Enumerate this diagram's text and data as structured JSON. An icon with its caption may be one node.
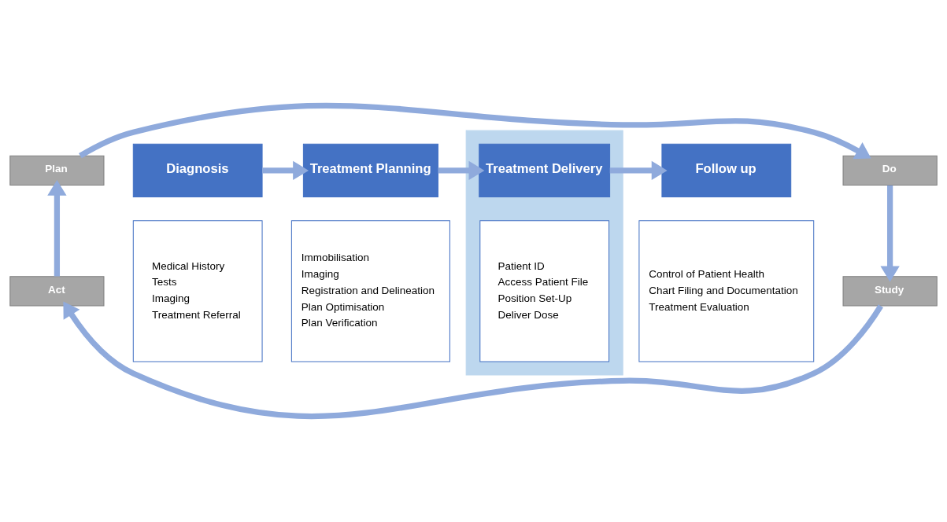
{
  "diagram": {
    "nodes": [
      {
        "text": [
          "Plan"
        ]
      },
      {
        "text": [
          "Do"
        ]
      },
      {
        "text": [
          "Diagnosis"
        ]
      },
      {
        "text": [
          "Treatment Planning"
        ]
      },
      {
        "text": [],
        "shape": "box"
      },
      {
        "text": [
          "Treatment Delivery"
        ],
        "in": 4
      },
      {
        "text": [
          "Follow up"
        ]
      },
      {
        "text": [
          "Medical History",
          "Tests",
          "Imaging",
          "Treatment Referral"
        ]
      },
      {
        "text": [
          "Immobilisation",
          "Imaging",
          "Registration and Delineation",
          "Plan Optimisation",
          "Plan Verification"
        ]
      },
      {
        "text": [
          "Patient ID",
          "Access Patient File",
          "Position Set-Up",
          "Deliver Dose"
        ],
        "in": 4
      },
      {
        "text": [
          "Control of Patient Health",
          "Chart Filing and Documentation",
          "Treatment Evaluation"
        ]
      },
      {
        "text": [
          "Act"
        ]
      },
      {
        "text": [
          "Study"
        ]
      }
    ],
    "edges": [
      {
        "from": 2,
        "to": 3,
        "arrow": "to"
      },
      {
        "from": 3,
        "to": 5,
        "arrow": "to"
      },
      {
        "from": 5,
        "to": 6,
        "arrow": "to"
      },
      {
        "from": 0,
        "to": 1,
        "arrow": "to"
      },
      {
        "from": 1,
        "to": 12,
        "arrow": "to"
      },
      {
        "from": 12,
        "to": 11,
        "arrow": "to"
      },
      {
        "from": 11,
        "to": 0,
        "arrow": "to"
      }
    ]
  }
}
